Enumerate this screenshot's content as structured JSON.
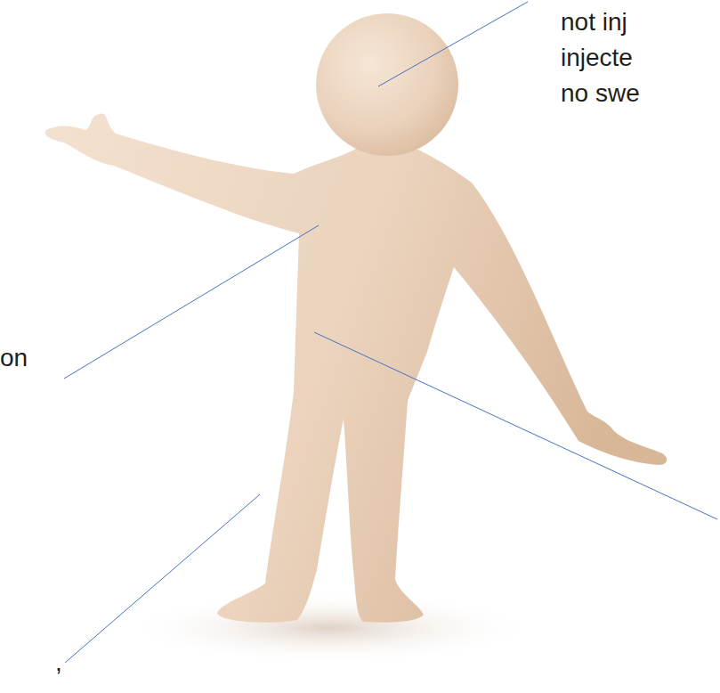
{
  "diagram": {
    "labels": [
      "not inj",
      "injecte",
      "no swe",
      "on",
      ","
    ]
  }
}
